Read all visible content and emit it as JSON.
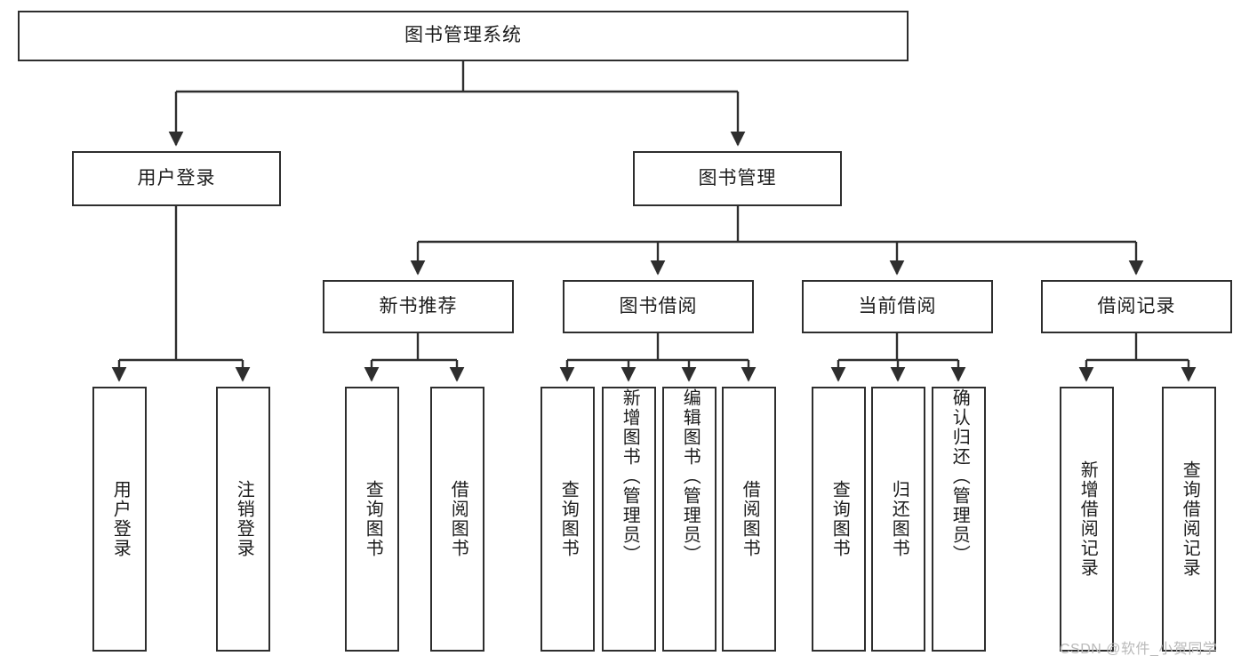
{
  "diagram": {
    "type": "tree",
    "title": "图书管理系统",
    "orientation": "top-down",
    "line_color": "#2e2e2e",
    "box_fill": "#ffffff",
    "text_color": "#1c1c1c",
    "root": {
      "label": "图书管理系统"
    },
    "level2": [
      {
        "label": "用户登录"
      },
      {
        "label": "图书管理"
      }
    ],
    "level3": [
      {
        "label": "新书推荐"
      },
      {
        "label": "图书借阅"
      },
      {
        "label": "当前借阅"
      },
      {
        "label": "借阅记录"
      }
    ],
    "leaves": {
      "user_login": [
        {
          "label": "用户登录"
        },
        {
          "label": "注销登录"
        }
      ],
      "new_book_recommend": [
        {
          "label": "查询图书"
        },
        {
          "label": "借阅图书"
        }
      ],
      "book_borrow": [
        {
          "label": "查询图书"
        },
        {
          "label": "新增图书（管理员）"
        },
        {
          "label": "编辑图书（管理员）"
        },
        {
          "label": "借阅图书"
        }
      ],
      "current_borrow": [
        {
          "label": "查询图书"
        },
        {
          "label": "归还图书"
        },
        {
          "label": "确认归还（管理员）"
        }
      ],
      "borrow_record": [
        {
          "label": "新增借阅记录"
        },
        {
          "label": "查询借阅记录"
        }
      ]
    }
  },
  "watermark": {
    "text": "CSDN @软件_小贺同学"
  }
}
